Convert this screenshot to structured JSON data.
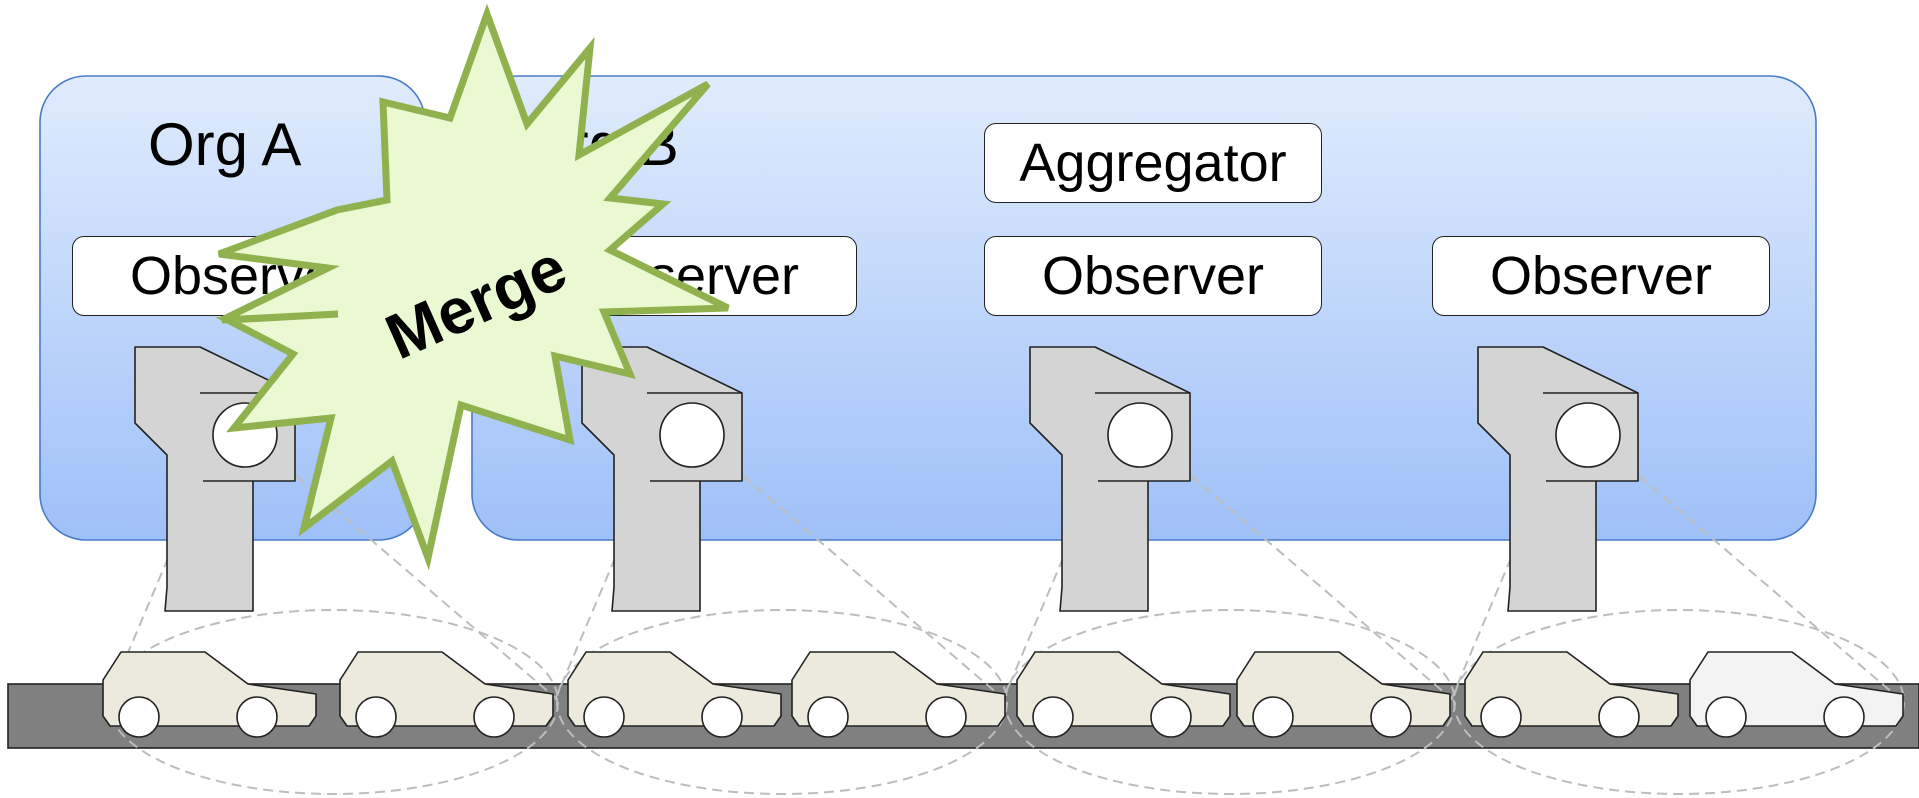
{
  "org_a": {
    "label": "Org A"
  },
  "org_b": {
    "label": "Org B"
  },
  "boxes": {
    "aggregator": "Aggregator",
    "observer_1": "Observer",
    "observer_2": "Observer",
    "observer_3": "Observer",
    "observer_4": "Observer"
  },
  "merge": {
    "label": "Merge"
  },
  "colors": {
    "panel_top": "#e0ecfd",
    "panel_bottom": "#9fc0f8",
    "panel_border": "#4a7cc6",
    "burst_fill": "#eaf9d2",
    "burst_stroke": "#8fb24f",
    "camera_fill": "#d4d4d4",
    "car_fill": "#ece9dd",
    "car_last_fill": "#f3f3f3",
    "road": "#808080"
  }
}
